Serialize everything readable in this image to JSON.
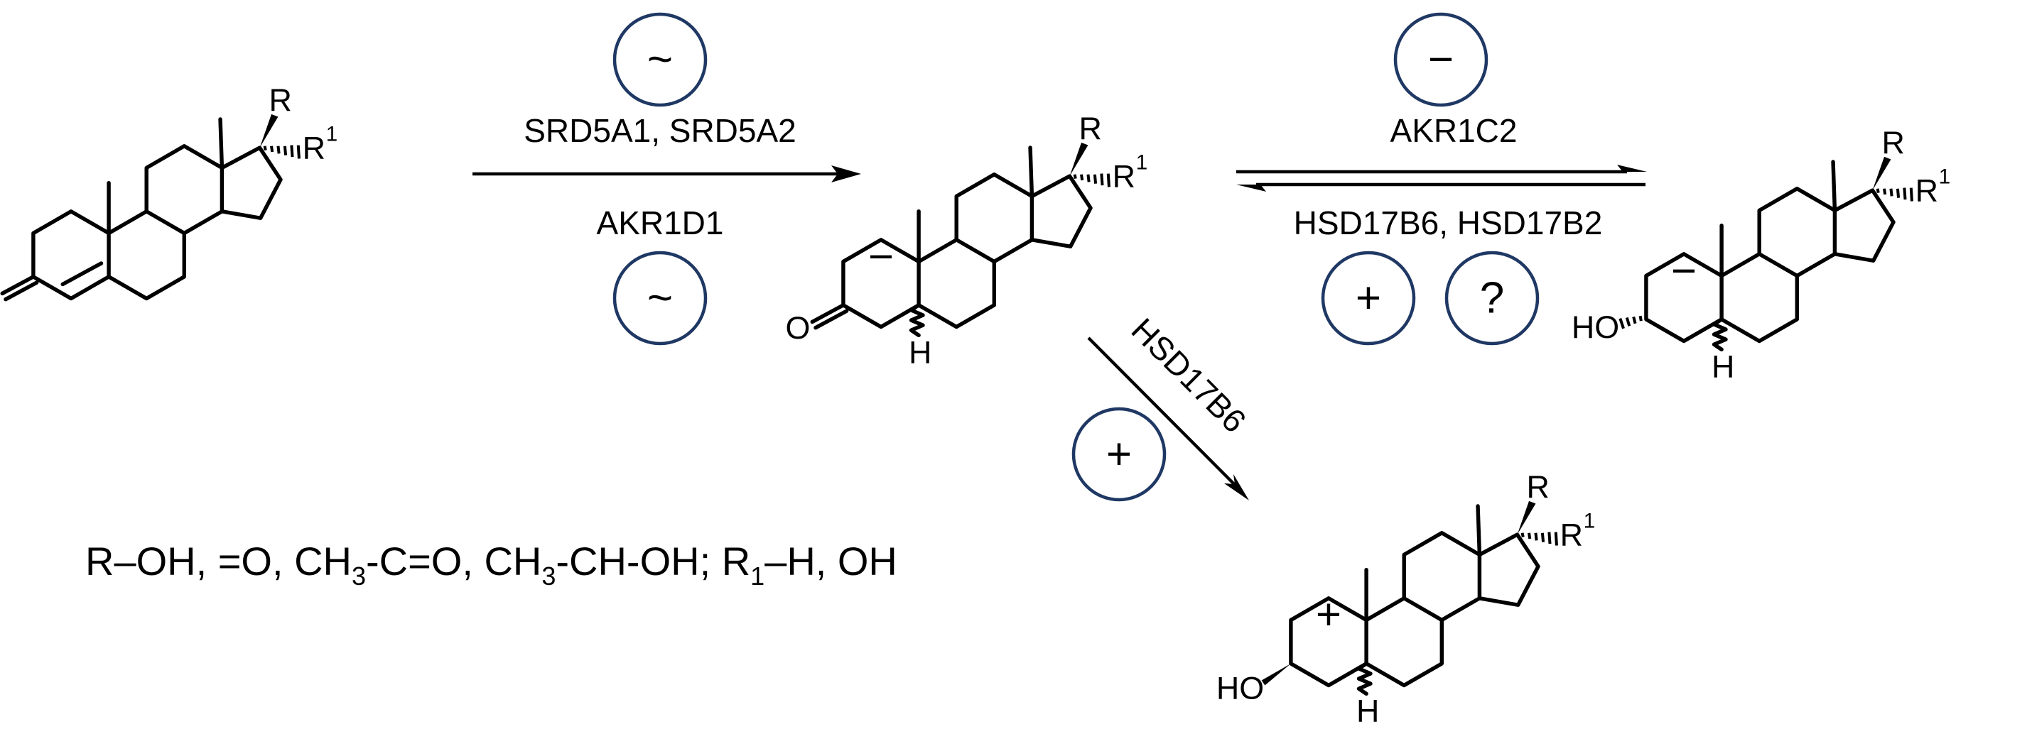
{
  "enzymes": {
    "srd5a": "SRD5A1, SRD5A2",
    "akr1d1": "AKR1D1",
    "akr1c2": "AKR1C2",
    "hsd17b6_b2": "HSD17B6, HSD17B2",
    "hsd17b6": "HSD17B6"
  },
  "effects": {
    "srd5a": "~",
    "akr1d1": "~",
    "akr1c2": "−",
    "hsd17b6_b2_first": "+",
    "hsd17b6_b2_second": "?",
    "hsd17b6": "+"
  },
  "ring_marks": {
    "dihydro_ring_a": "−",
    "alpha_diol_ring_a": "−",
    "beta_diol_ring_a": "+"
  },
  "atoms": {
    "R": "R",
    "R1_letter": "R",
    "R1_sup": "1",
    "O": "O",
    "H": "H",
    "HO": "HO"
  },
  "legend": {
    "p1": "R–OH, =O, CH",
    "s1": "3",
    "p2": "-C=O, CH",
    "s2": "3",
    "p3": "-CH-OH; R",
    "s3": "1",
    "p4": "–H, OH"
  }
}
